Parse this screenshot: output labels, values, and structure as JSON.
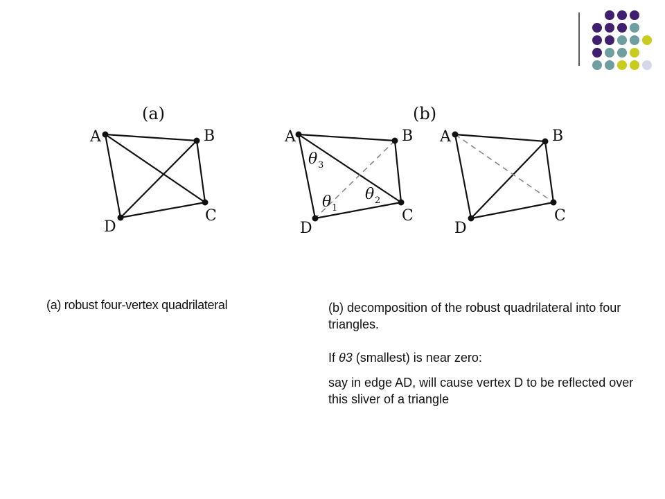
{
  "theme": {
    "purple": "#3f1f6e",
    "teal": "#6e9ea0",
    "olive": "#c8cc1f",
    "lavender": "#d6d8e8",
    "divider": "#222222"
  },
  "figure": {
    "panel_a_label": "(a)",
    "panel_b_label": "(b)",
    "vertex_A": "A",
    "vertex_B": "B",
    "vertex_C": "C",
    "vertex_D": "D",
    "theta": "θ",
    "sub1": "1",
    "sub2": "2",
    "sub3": "3"
  },
  "caption_a": "(a) robust four-vertex quadrilateral",
  "text_b": {
    "paragraph1": "(b) decomposition of the robust quadrilateral into four triangles.",
    "paragraph2_prefix": "If ",
    "paragraph2_theta": "θ3",
    "paragraph2_suffix": " (smallest) is near zero:",
    "paragraph3": "say in edge AD, will cause vertex D to be reflected over this sliver of a triangle"
  }
}
